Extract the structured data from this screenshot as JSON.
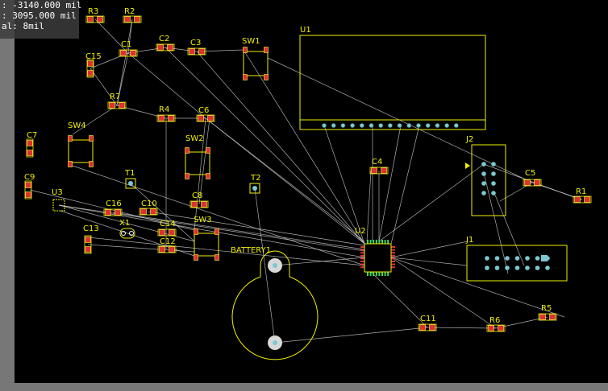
{
  "hud": {
    "x_line": ": -3140.000  mil",
    "y_line": ":  3095.000  mil",
    "snap_line": "al: 8mil"
  },
  "colors": {
    "background": "#000000",
    "silkscreen": "#f0f000",
    "pad": "#e03030",
    "pad_outline": "#ffff40",
    "ratsnest": "#d8d8d8",
    "via": "#7dc8d0",
    "frame": "#7a7a7a"
  },
  "components": [
    {
      "ref": "R3",
      "kind": "resistor"
    },
    {
      "ref": "R2",
      "kind": "resistor"
    },
    {
      "ref": "C1",
      "kind": "capacitor"
    },
    {
      "ref": "C2",
      "kind": "capacitor"
    },
    {
      "ref": "C3",
      "kind": "capacitor"
    },
    {
      "ref": "SW1",
      "kind": "switch"
    },
    {
      "ref": "U1",
      "kind": "display-module"
    },
    {
      "ref": "C15",
      "kind": "capacitor"
    },
    {
      "ref": "R7",
      "kind": "resistor"
    },
    {
      "ref": "R4",
      "kind": "resistor"
    },
    {
      "ref": "C6",
      "kind": "capacitor"
    },
    {
      "ref": "C7",
      "kind": "capacitor"
    },
    {
      "ref": "SW4",
      "kind": "switch"
    },
    {
      "ref": "SW2",
      "kind": "switch"
    },
    {
      "ref": "J2",
      "kind": "connector"
    },
    {
      "ref": "C4",
      "kind": "capacitor"
    },
    {
      "ref": "C5",
      "kind": "capacitor"
    },
    {
      "ref": "R1",
      "kind": "resistor"
    },
    {
      "ref": "C9",
      "kind": "capacitor"
    },
    {
      "ref": "T1",
      "kind": "testpoint"
    },
    {
      "ref": "T2",
      "kind": "testpoint"
    },
    {
      "ref": "U3",
      "kind": "ic"
    },
    {
      "ref": "C16",
      "kind": "capacitor"
    },
    {
      "ref": "C10",
      "kind": "capacitor"
    },
    {
      "ref": "C8",
      "kind": "capacitor"
    },
    {
      "ref": "X1",
      "kind": "crystal"
    },
    {
      "ref": "C14",
      "kind": "capacitor"
    },
    {
      "ref": "SW3",
      "kind": "switch"
    },
    {
      "ref": "C13",
      "kind": "capacitor"
    },
    {
      "ref": "C12",
      "kind": "capacitor"
    },
    {
      "ref": "U2",
      "kind": "microcontroller"
    },
    {
      "ref": "BATTERY1",
      "kind": "battery"
    },
    {
      "ref": "J1",
      "kind": "connector"
    },
    {
      "ref": "C11",
      "kind": "capacitor"
    },
    {
      "ref": "R6",
      "kind": "resistor"
    },
    {
      "ref": "R5",
      "kind": "resistor"
    }
  ]
}
